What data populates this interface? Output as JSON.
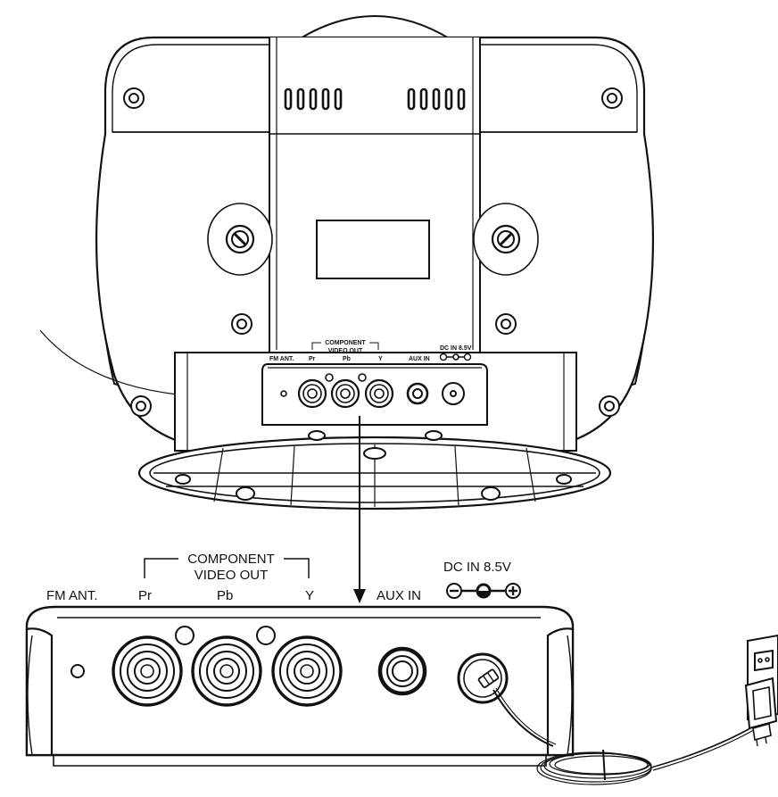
{
  "unit_labels": {
    "component": "COMPONENT",
    "video_out": "VIDEO OUT",
    "fm_ant": "FM ANT.",
    "pr": "Pr",
    "pb": "Pb",
    "y": "Y",
    "aux_in": "AUX IN",
    "dc_in": "DC IN 8.5V"
  },
  "panel_labels": {
    "component": "COMPONENT",
    "video_out": "VIDEO OUT",
    "fm_ant": "FM ANT.",
    "pr": "Pr",
    "pb": "Pb",
    "y": "Y",
    "aux_in": "AUX IN",
    "dc_in": "DC IN 8.5V"
  },
  "icons": [
    "minus-polarity-icon",
    "plus-polarity-icon",
    "outlet-icon",
    "power-adapter-icon"
  ],
  "colors": {
    "line": "#111111",
    "background": "#ffffff"
  }
}
